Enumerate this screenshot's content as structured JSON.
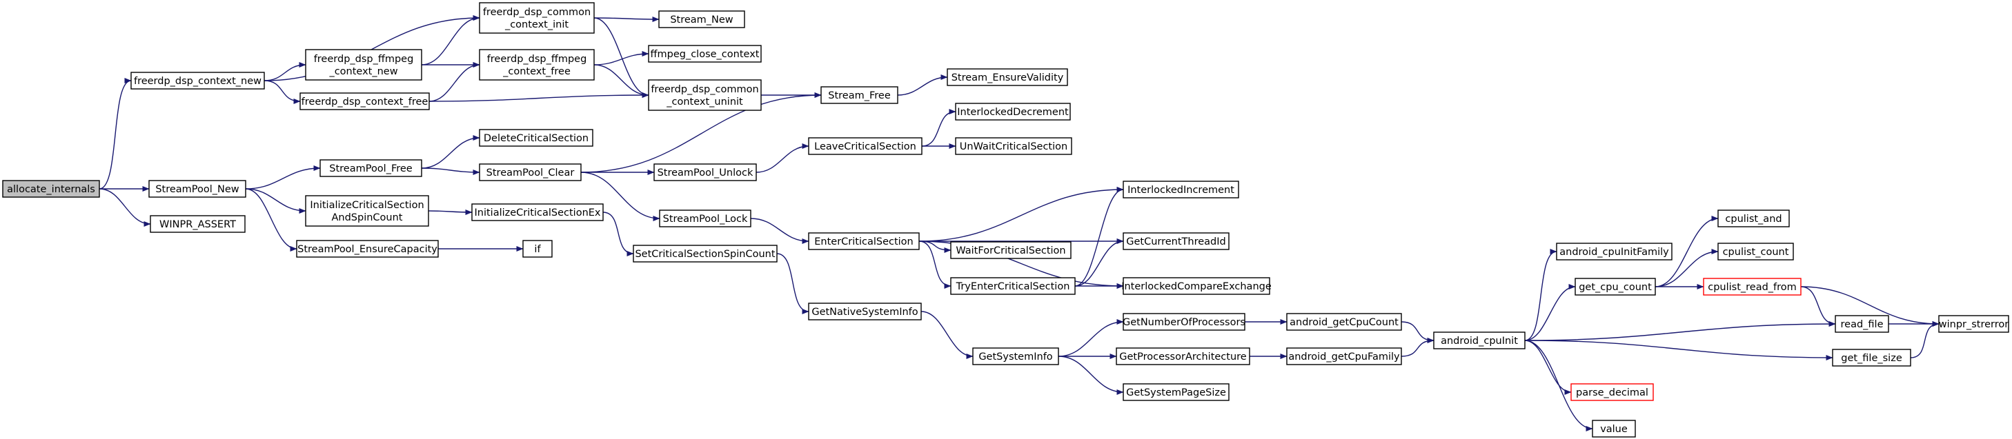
{
  "graph": {
    "colors": {
      "edge": "#191970",
      "node_border": "#000000",
      "root_fill": "#bfbfbf",
      "truncated_border": "#ff0000"
    },
    "nodes": [
      {
        "id": "allocate_internals",
        "lines": [
          "allocate_internals"
        ],
        "root": true
      },
      {
        "id": "freerdp_dsp_context_new",
        "lines": [
          "freerdp_dsp_context_new"
        ]
      },
      {
        "id": "StreamPool_New",
        "lines": [
          "StreamPool_New"
        ]
      },
      {
        "id": "WINPR_ASSERT",
        "lines": [
          "WINPR_ASSERT"
        ]
      },
      {
        "id": "freerdp_dsp_common_context_init",
        "lines": [
          "freerdp_dsp_common",
          "_context_init"
        ]
      },
      {
        "id": "freerdp_dsp_ffmpeg_context_new",
        "lines": [
          "freerdp_dsp_ffmpeg",
          "_context_new"
        ]
      },
      {
        "id": "freerdp_dsp_context_free",
        "lines": [
          "freerdp_dsp_context_free"
        ]
      },
      {
        "id": "freerdp_dsp_ffmpeg_context_free",
        "lines": [
          "freerdp_dsp_ffmpeg",
          "_context_free"
        ]
      },
      {
        "id": "Stream_New",
        "lines": [
          "Stream_New"
        ]
      },
      {
        "id": "ffmpeg_close_context",
        "lines": [
          "ffmpeg_close_context"
        ]
      },
      {
        "id": "freerdp_dsp_common_context_uninit",
        "lines": [
          "freerdp_dsp_common",
          "_context_uninit"
        ]
      },
      {
        "id": "Stream_Free",
        "lines": [
          "Stream_Free"
        ]
      },
      {
        "id": "Stream_EnsureValidity",
        "lines": [
          "Stream_EnsureValidity"
        ]
      },
      {
        "id": "StreamPool_Free",
        "lines": [
          "StreamPool_Free"
        ]
      },
      {
        "id": "InitializeCriticalSectionAndSpinCount",
        "lines": [
          "InitializeCriticalSection",
          "AndSpinCount"
        ]
      },
      {
        "id": "StreamPool_EnsureCapacity",
        "lines": [
          "StreamPool_EnsureCapacity"
        ]
      },
      {
        "id": "DeleteCriticalSection",
        "lines": [
          "DeleteCriticalSection"
        ]
      },
      {
        "id": "StreamPool_Clear",
        "lines": [
          "StreamPool_Clear"
        ]
      },
      {
        "id": "InitializeCriticalSectionEx",
        "lines": [
          "InitializeCriticalSectionEx"
        ]
      },
      {
        "id": "if",
        "lines": [
          "if"
        ]
      },
      {
        "id": "StreamPool_Unlock",
        "lines": [
          "StreamPool_Unlock"
        ]
      },
      {
        "id": "StreamPool_Lock",
        "lines": [
          "StreamPool_Lock"
        ]
      },
      {
        "id": "SetCriticalSectionSpinCount",
        "lines": [
          "SetCriticalSectionSpinCount"
        ]
      },
      {
        "id": "LeaveCriticalSection",
        "lines": [
          "LeaveCriticalSection"
        ]
      },
      {
        "id": "InterlockedDecrement",
        "lines": [
          "InterlockedDecrement"
        ]
      },
      {
        "id": "UnWaitCriticalSection",
        "lines": [
          "UnWaitCriticalSection"
        ]
      },
      {
        "id": "EnterCriticalSection",
        "lines": [
          "EnterCriticalSection"
        ]
      },
      {
        "id": "InterlockedIncrement",
        "lines": [
          "InterlockedIncrement"
        ]
      },
      {
        "id": "WaitForCriticalSection",
        "lines": [
          "WaitForCriticalSection"
        ]
      },
      {
        "id": "GetCurrentThreadId",
        "lines": [
          "GetCurrentThreadId"
        ]
      },
      {
        "id": "TryEnterCriticalSection",
        "lines": [
          "TryEnterCriticalSection"
        ]
      },
      {
        "id": "InterlockedCompareExchange",
        "lines": [
          "InterlockedCompareExchange"
        ]
      },
      {
        "id": "GetNativeSystemInfo",
        "lines": [
          "GetNativeSystemInfo"
        ]
      },
      {
        "id": "GetSystemInfo",
        "lines": [
          "GetSystemInfo"
        ]
      },
      {
        "id": "GetNumberOfProcessors",
        "lines": [
          "GetNumberOfProcessors"
        ]
      },
      {
        "id": "GetProcessorArchitecture",
        "lines": [
          "GetProcessorArchitecture"
        ]
      },
      {
        "id": "GetSystemPageSize",
        "lines": [
          "GetSystemPageSize"
        ]
      },
      {
        "id": "android_getCpuCount",
        "lines": [
          "android_getCpuCount"
        ]
      },
      {
        "id": "android_getCpuFamily",
        "lines": [
          "android_getCpuFamily"
        ]
      },
      {
        "id": "android_cpuInit",
        "lines": [
          "android_cpuInit"
        ]
      },
      {
        "id": "android_cpuInitFamily",
        "lines": [
          "android_cpuInitFamily"
        ]
      },
      {
        "id": "get_cpu_count",
        "lines": [
          "get_cpu_count"
        ]
      },
      {
        "id": "parse_decimal",
        "lines": [
          "parse_decimal"
        ],
        "truncated": true
      },
      {
        "id": "value",
        "lines": [
          "value"
        ]
      },
      {
        "id": "cpulist_and",
        "lines": [
          "cpulist_and"
        ]
      },
      {
        "id": "cpulist_count",
        "lines": [
          "cpulist_count"
        ]
      },
      {
        "id": "cpulist_read_from",
        "lines": [
          "cpulist_read_from"
        ],
        "truncated": true
      },
      {
        "id": "read_file",
        "lines": [
          "read_file"
        ]
      },
      {
        "id": "get_file_size",
        "lines": [
          "get_file_size"
        ]
      },
      {
        "id": "winpr_strerror",
        "lines": [
          "winpr_strerror"
        ]
      }
    ],
    "edges": [
      [
        "allocate_internals",
        "freerdp_dsp_context_new"
      ],
      [
        "allocate_internals",
        "StreamPool_New"
      ],
      [
        "allocate_internals",
        "WINPR_ASSERT"
      ],
      [
        "freerdp_dsp_context_new",
        "freerdp_dsp_common_context_init"
      ],
      [
        "freerdp_dsp_context_new",
        "freerdp_dsp_ffmpeg_context_new"
      ],
      [
        "freerdp_dsp_context_new",
        "freerdp_dsp_context_free"
      ],
      [
        "freerdp_dsp_common_context_init",
        "Stream_New"
      ],
      [
        "freerdp_dsp_common_context_init",
        "freerdp_dsp_common_context_uninit"
      ],
      [
        "freerdp_dsp_ffmpeg_context_new",
        "freerdp_dsp_common_context_init"
      ],
      [
        "freerdp_dsp_ffmpeg_context_new",
        "freerdp_dsp_ffmpeg_context_free"
      ],
      [
        "freerdp_dsp_context_free",
        "freerdp_dsp_ffmpeg_context_free"
      ],
      [
        "freerdp_dsp_context_free",
        "freerdp_dsp_common_context_uninit"
      ],
      [
        "freerdp_dsp_ffmpeg_context_free",
        "ffmpeg_close_context"
      ],
      [
        "freerdp_dsp_ffmpeg_context_free",
        "freerdp_dsp_common_context_uninit"
      ],
      [
        "freerdp_dsp_common_context_uninit",
        "Stream_Free"
      ],
      [
        "Stream_Free",
        "Stream_EnsureValidity"
      ],
      [
        "StreamPool_New",
        "StreamPool_Free"
      ],
      [
        "StreamPool_New",
        "InitializeCriticalSectionAndSpinCount"
      ],
      [
        "StreamPool_New",
        "StreamPool_EnsureCapacity"
      ],
      [
        "StreamPool_Free",
        "DeleteCriticalSection"
      ],
      [
        "StreamPool_Free",
        "StreamPool_Clear"
      ],
      [
        "StreamPool_Clear",
        "Stream_Free"
      ],
      [
        "StreamPool_Clear",
        "StreamPool_Unlock"
      ],
      [
        "StreamPool_Clear",
        "StreamPool_Lock"
      ],
      [
        "InitializeCriticalSectionAndSpinCount",
        "InitializeCriticalSectionEx"
      ],
      [
        "InitializeCriticalSectionEx",
        "SetCriticalSectionSpinCount"
      ],
      [
        "StreamPool_EnsureCapacity",
        "if"
      ],
      [
        "StreamPool_Unlock",
        "LeaveCriticalSection"
      ],
      [
        "LeaveCriticalSection",
        "InterlockedDecrement"
      ],
      [
        "LeaveCriticalSection",
        "UnWaitCriticalSection"
      ],
      [
        "StreamPool_Lock",
        "EnterCriticalSection"
      ],
      [
        "EnterCriticalSection",
        "InterlockedIncrement"
      ],
      [
        "EnterCriticalSection",
        "WaitForCriticalSection"
      ],
      [
        "EnterCriticalSection",
        "GetCurrentThreadId"
      ],
      [
        "EnterCriticalSection",
        "TryEnterCriticalSection"
      ],
      [
        "EnterCriticalSection",
        "InterlockedCompareExchange"
      ],
      [
        "TryEnterCriticalSection",
        "InterlockedIncrement"
      ],
      [
        "TryEnterCriticalSection",
        "GetCurrentThreadId"
      ],
      [
        "TryEnterCriticalSection",
        "InterlockedCompareExchange"
      ],
      [
        "SetCriticalSectionSpinCount",
        "GetNativeSystemInfo"
      ],
      [
        "GetNativeSystemInfo",
        "GetSystemInfo"
      ],
      [
        "GetSystemInfo",
        "GetNumberOfProcessors"
      ],
      [
        "GetSystemInfo",
        "GetProcessorArchitecture"
      ],
      [
        "GetSystemInfo",
        "GetSystemPageSize"
      ],
      [
        "GetNumberOfProcessors",
        "android_getCpuCount"
      ],
      [
        "GetProcessorArchitecture",
        "android_getCpuFamily"
      ],
      [
        "android_getCpuCount",
        "android_cpuInit"
      ],
      [
        "android_getCpuFamily",
        "android_cpuInit"
      ],
      [
        "android_cpuInit",
        "android_cpuInitFamily"
      ],
      [
        "android_cpuInit",
        "get_cpu_count"
      ],
      [
        "android_cpuInit",
        "read_file"
      ],
      [
        "android_cpuInit",
        "get_file_size"
      ],
      [
        "android_cpuInit",
        "parse_decimal"
      ],
      [
        "android_cpuInit",
        "value"
      ],
      [
        "get_cpu_count",
        "cpulist_and"
      ],
      [
        "get_cpu_count",
        "cpulist_count"
      ],
      [
        "get_cpu_count",
        "cpulist_read_from"
      ],
      [
        "cpulist_read_from",
        "read_file"
      ],
      [
        "cpulist_read_from",
        "winpr_strerror"
      ],
      [
        "read_file",
        "winpr_strerror"
      ],
      [
        "get_file_size",
        "winpr_strerror"
      ]
    ]
  }
}
